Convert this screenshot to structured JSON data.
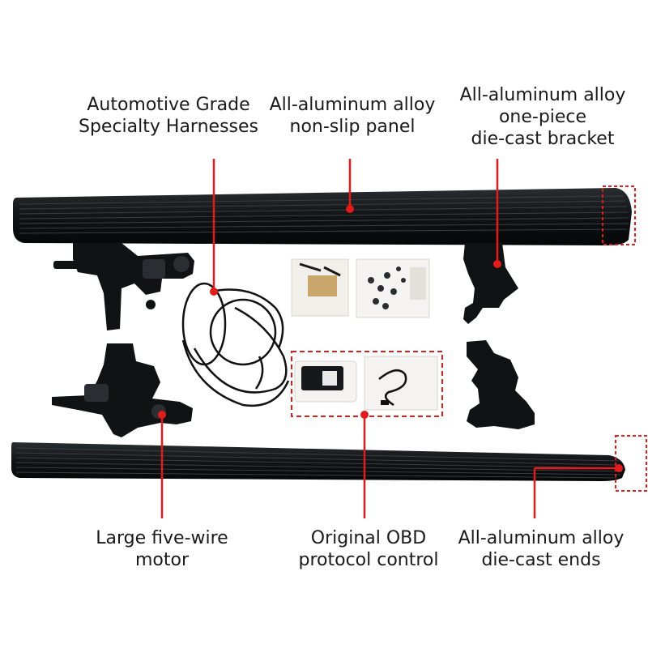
{
  "callouts": {
    "harness": [
      "Automotive Grade",
      "Specialty Harnesses"
    ],
    "panel": [
      "All-aluminum alloy",
      "non-slip panel"
    ],
    "bracket": [
      "All-aluminum alloy",
      "one-piece",
      "die-cast bracket"
    ],
    "motor": [
      "Large five-wire",
      "motor"
    ],
    "obd": [
      "Original OBD",
      "protocol control"
    ],
    "ends": [
      "All-aluminum alloy",
      "die-cast ends"
    ]
  },
  "colors": {
    "accent": "#e21b1b",
    "board": "#15171a",
    "metal": "#101214",
    "cardboard": "#c9a66b"
  }
}
